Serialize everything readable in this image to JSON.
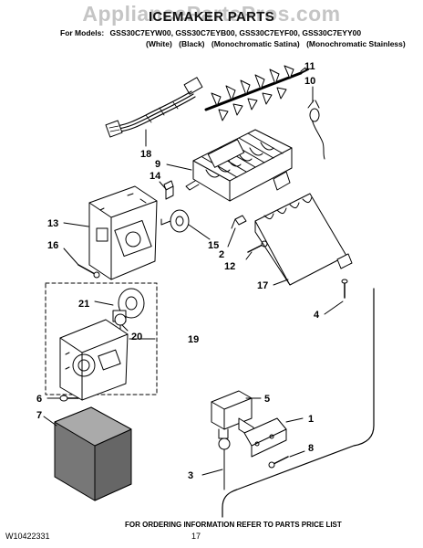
{
  "watermark": "AppliancePartsPros.com",
  "title": "ICEMAKER PARTS",
  "models_label": "For Models:",
  "models": [
    "GSS30C7EYW00,",
    "GSS30C7EYB00,",
    "GSS30C7EYF00,",
    "GSS30C7EYY00"
  ],
  "variants": [
    "(White)",
    "(Black)",
    "(Monochromatic Satina)",
    "(Monochromatic Stainless)"
  ],
  "callouts": {
    "c1": "1",
    "c2": "2",
    "c3": "3",
    "c4": "4",
    "c5": "5",
    "c6": "6",
    "c7": "7",
    "c8": "8",
    "c9": "9",
    "c10": "10",
    "c11": "11",
    "c12": "12",
    "c13": "13",
    "c14": "14",
    "c15": "15",
    "c16": "16",
    "c17": "17",
    "c18": "18",
    "c19": "19",
    "c20": "20",
    "c21": "21"
  },
  "footer": {
    "doc_number": "W10422331",
    "page_number": "17",
    "ordering_note": "FOR ORDERING INFORMATION REFER TO PARTS PRICE LIST"
  }
}
